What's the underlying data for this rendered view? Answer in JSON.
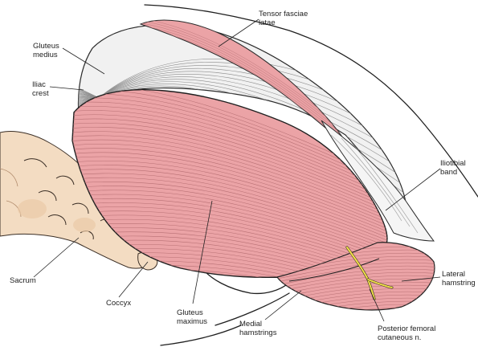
{
  "colors": {
    "muscle": "#eba3a6",
    "muscle_dark": "#c98286",
    "fascia": "#f1f1f1",
    "bone": "#f3dcc2",
    "bone_shade": "#e9c9a6",
    "nerve": "#f2e24a",
    "ink": "#222222"
  },
  "labels": {
    "tensor_fasciae_latae": [
      "Tensor fasciae",
      "latae"
    ],
    "gluteus_medius": [
      "Gluteus",
      "medius"
    ],
    "iliac_crest": [
      "Iliac",
      "crest"
    ],
    "iliotibial_band": [
      "Iliotibial",
      "band"
    ],
    "sacrum": [
      "Sacrum"
    ],
    "coccyx": [
      "Coccyx"
    ],
    "gluteus_maximus": [
      "Gluteus",
      "maximus"
    ],
    "medial_hamstrings": [
      "Medial",
      "hamstrings"
    ],
    "lateral_hamstring": [
      "Lateral",
      "hamstring"
    ],
    "posterior_femoral_cutaneous_n": [
      "Posterior femoral",
      "cutaneous n."
    ]
  }
}
